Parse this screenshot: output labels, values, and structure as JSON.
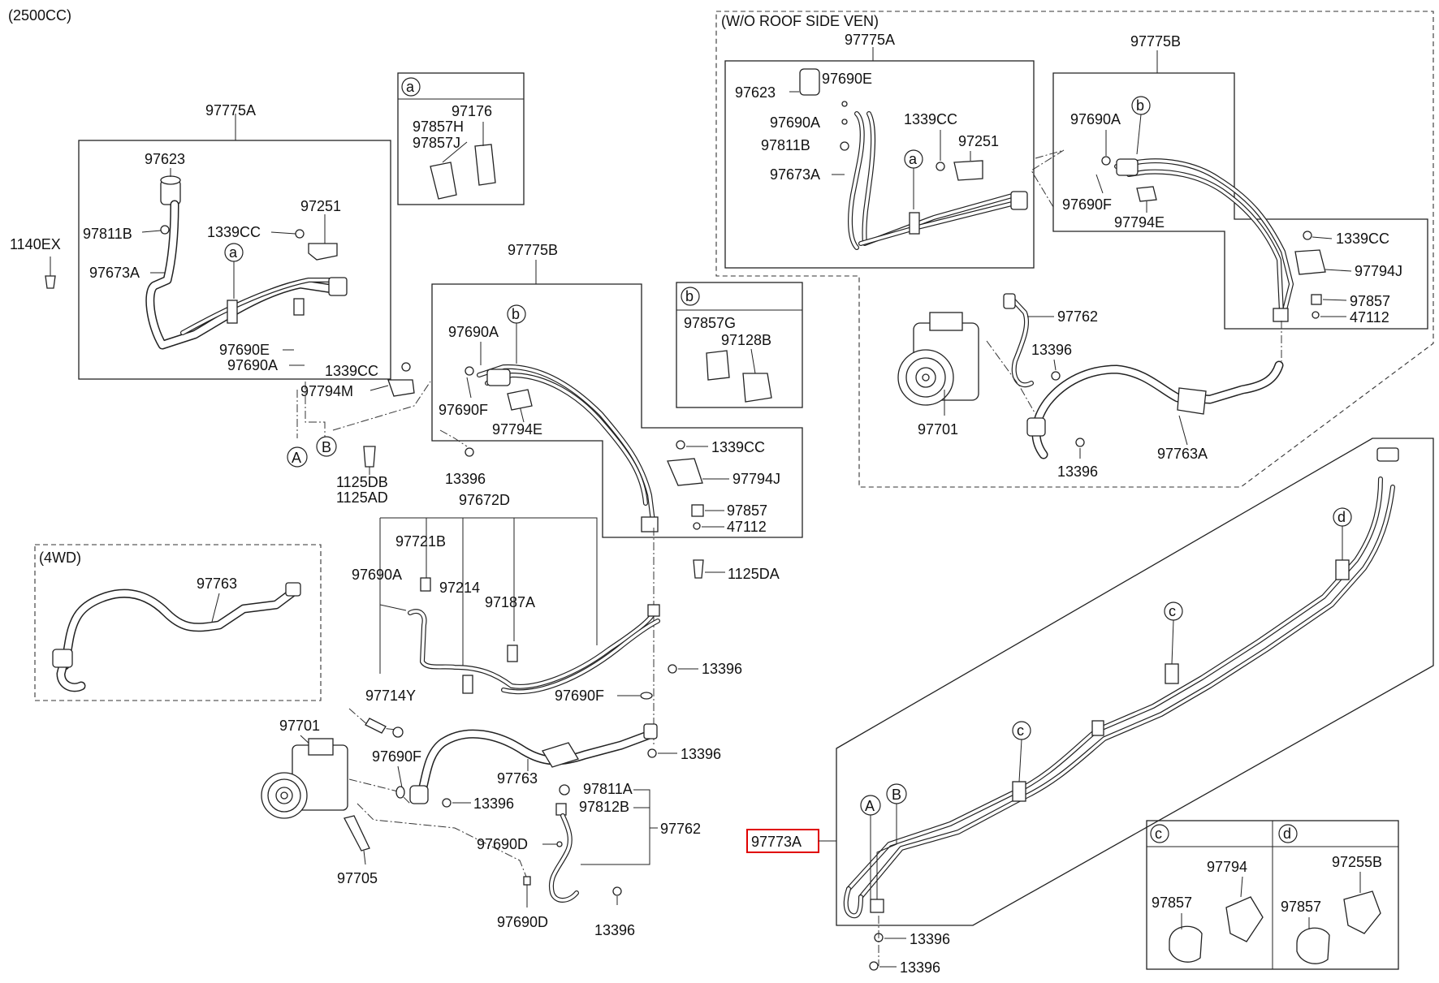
{
  "variants": {
    "engine": "(2500CC)",
    "four_wd": "(4WD)",
    "roof": "(W/O ROOF SIDE VEN)"
  },
  "highlighted_part": "97773A",
  "inset_labels": {
    "a": "a",
    "b": "b",
    "c": "c",
    "d": "d",
    "A": "A",
    "B": "B"
  },
  "parts": {
    "p1140EX": "1140EX",
    "left_97775A": "97775A",
    "left_97623": "97623",
    "left_97811B": "97811B",
    "left_1339CC": "1339CC",
    "left_97251": "97251",
    "left_97673A": "97673A",
    "left_97690E": "97690E",
    "left_97690A": "97690A",
    "mid_1339CC": "1339CC",
    "mid_97794M": "97794M",
    "p1125DB": "1125DB",
    "p1125AD": "1125AD",
    "ia_97176": "97176",
    "ia_97857H": "97857H",
    "ia_97857J": "97857J",
    "ib_97857G": "97857G",
    "ib_97128B": "97128B",
    "mid_97775B": "97775B",
    "mid_97690A": "97690A",
    "mid_97690F": "97690F",
    "mid_97794E": "97794E",
    "mid_13396": "13396",
    "mid_1339CC_b": "1339CC",
    "mid_97794J": "97794J",
    "mid_97857": "97857",
    "mid_47112": "47112",
    "p1125DA": "1125DA",
    "p97672D": "97672D",
    "p97721B": "97721B",
    "lo_97690A": "97690A",
    "p97214": "97214",
    "p97187A": "97187A",
    "lo_13396_a": "13396",
    "lo_97690F_a": "97690F",
    "lo_13396_b": "13396",
    "p4wd_97763": "97763",
    "p97714Y": "97714Y",
    "lo_97701": "97701",
    "lo_97690F_b": "97690F",
    "lo_97763": "97763",
    "lo_13396_c": "13396",
    "p97811A": "97811A",
    "p97812B": "97812B",
    "p97762": "97762",
    "lo_97690D_a": "97690D",
    "p97705": "97705",
    "lo_97690D_b": "97690D",
    "lo_13396_d": "13396",
    "r_97775A": "97775A",
    "r_97623": "97623",
    "r_97690E": "97690E",
    "r_97690A": "97690A",
    "r_97811B": "97811B",
    "r_1339CC": "1339CC",
    "r_97251": "97251",
    "r_97673A": "97673A",
    "r_97775B": "97775B",
    "r_97690A_b": "97690A",
    "r_97690F": "97690F",
    "r_97794E": "97794E",
    "r_1339CC_b": "1339CC",
    "r_97794J": "97794J",
    "r_97857": "97857",
    "r_47112": "47112",
    "r_97762": "97762",
    "r_13396_a": "13396",
    "r_97701": "97701",
    "r_13396_b": "13396",
    "r_97763A": "97763A",
    "rb_13396_a": "13396",
    "rb_13396_b": "13396",
    "ic_97794": "97794",
    "ic_97857": "97857",
    "id_97255B": "97255B",
    "id_97857": "97857"
  }
}
